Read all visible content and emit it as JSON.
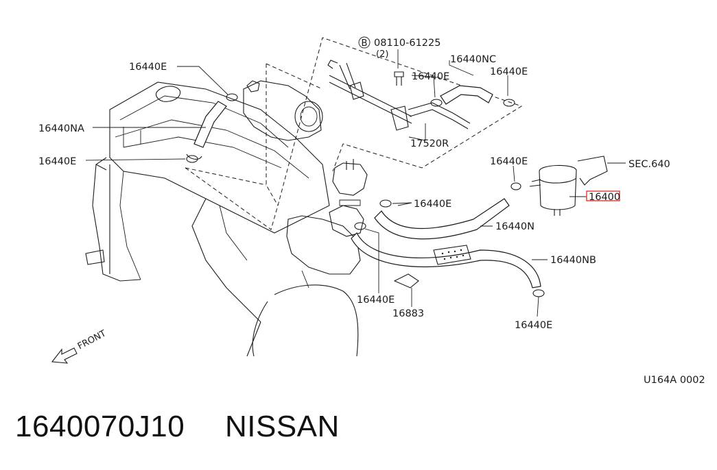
{
  "diagram": {
    "labels": {
      "clamp_top_left": "16440E",
      "hose_na": "16440NA",
      "clamp_left": "16440E",
      "bolt_code": "08110-61225",
      "bolt_badge": "B",
      "bolt_qty": "(2)",
      "clamp_top_mid": "16440E",
      "hose_nc": "16440NC",
      "clamp_top_right": "16440E",
      "pipe": "17520R",
      "clamp_filter": "16440E",
      "sec_ref": "SEC.640",
      "fuel_filter": "16400",
      "clamp_center": "16440E",
      "hose_n": "16440N",
      "hose_nb": "16440NB",
      "clamp_bottom_center": "16440E",
      "bracket": "16883",
      "clamp_bottom_right": "16440E",
      "front": "FRONT",
      "figure_code": "U164A 0002"
    }
  },
  "footer": {
    "part_number": "1640070J10",
    "brand": "NISSAN"
  },
  "colors": {
    "highlight": "#e0463a",
    "ink": "#1a1a1a"
  }
}
